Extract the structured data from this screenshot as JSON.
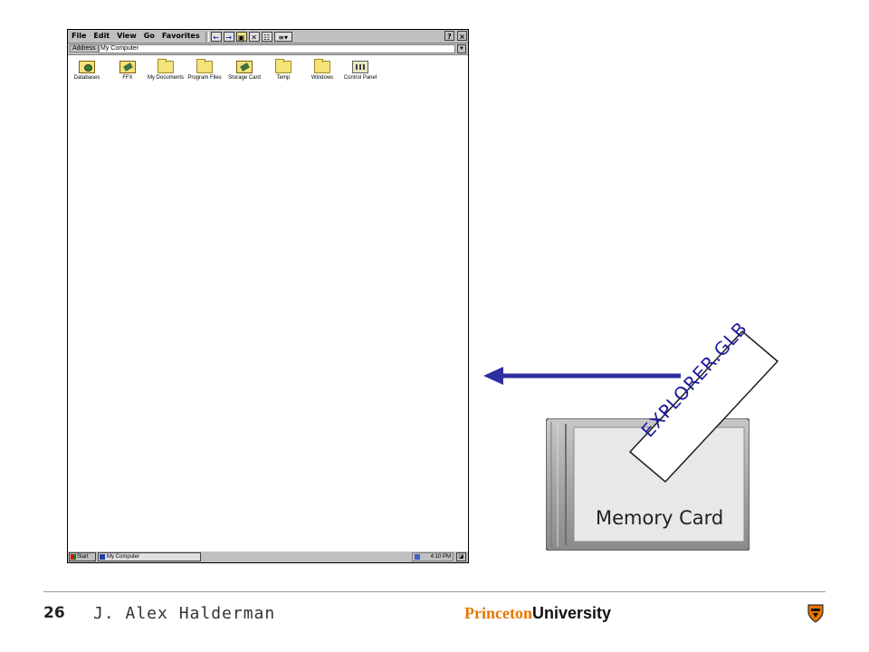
{
  "menu": {
    "file": "File",
    "edit": "Edit",
    "view": "View",
    "go": "Go",
    "favorites": "Favorites"
  },
  "toolbar": {
    "back_icon": "back-arrow-icon",
    "forward_icon": "forward-arrow-icon",
    "up_icon": "up-folder-icon",
    "delete_icon": "delete-icon",
    "properties_icon": "properties-icon",
    "views_icon": "views-menu-icon",
    "help_label": "?",
    "close_label": "×"
  },
  "address": {
    "label": "Address",
    "value": "My Computer"
  },
  "files": [
    {
      "label": "Databases",
      "icon": "database-icon"
    },
    {
      "label": "FFX",
      "icon": "storage-card-icon"
    },
    {
      "label": "My Documents",
      "icon": "folder-icon"
    },
    {
      "label": "Program Files",
      "icon": "folder-icon"
    },
    {
      "label": "Storage Card",
      "icon": "storage-card-icon"
    },
    {
      "label": "Temp",
      "icon": "folder-icon"
    },
    {
      "label": "Windows",
      "icon": "folder-icon"
    },
    {
      "label": "Control Panel",
      "icon": "control-panel-icon"
    }
  ],
  "taskbar": {
    "start_label": "Start",
    "task_label": "My Computer",
    "clock": "4:10 PM"
  },
  "memory_card": {
    "label": "Memory Card",
    "file_label": "EXPLORER.GLB"
  },
  "footer": {
    "slide_number": "26",
    "author": "J. Alex Halderman",
    "university_a": "Princeton",
    "university_b": "University"
  },
  "colors": {
    "arrow": "#2e2ea0",
    "accent_orange": "#e77500"
  }
}
